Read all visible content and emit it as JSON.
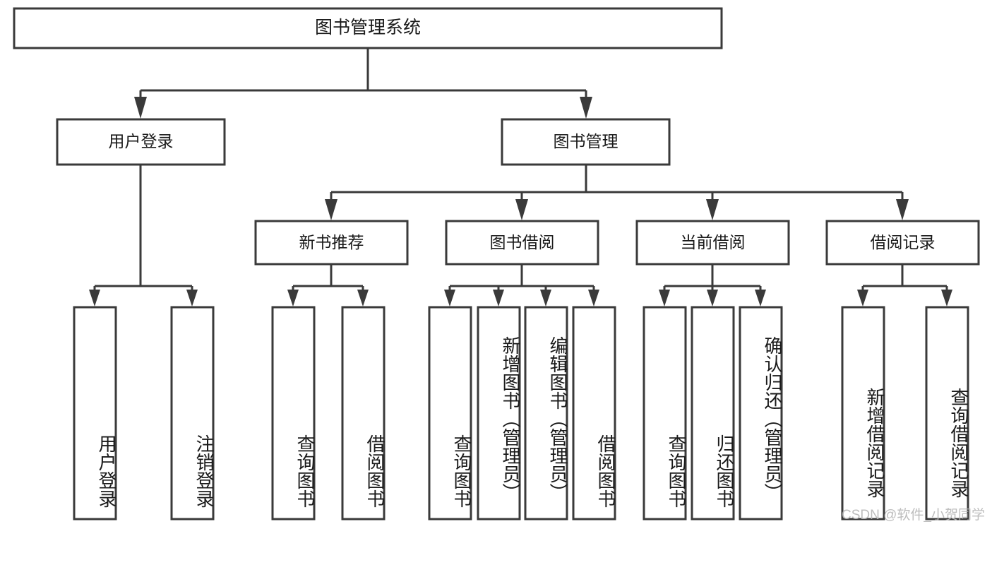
{
  "diagram": {
    "type": "tree-hierarchy",
    "title": "图书管理系统",
    "orientation": "top-down",
    "root": {
      "id": "root",
      "label": "图书管理系统",
      "text_orientation": "horizontal"
    },
    "level2": [
      {
        "id": "user-login",
        "label": "用户登录",
        "text_orientation": "horizontal"
      },
      {
        "id": "book-management",
        "label": "图书管理",
        "text_orientation": "horizontal"
      }
    ],
    "level3": [
      {
        "id": "new-book-recommend",
        "label": "新书推荐",
        "parent": "book-management",
        "text_orientation": "horizontal"
      },
      {
        "id": "book-borrow",
        "label": "图书借阅",
        "parent": "book-management",
        "text_orientation": "horizontal"
      },
      {
        "id": "current-borrow",
        "label": "当前借阅",
        "parent": "book-management",
        "text_orientation": "horizontal"
      },
      {
        "id": "borrow-record",
        "label": "借阅记录",
        "parent": "book-management",
        "text_orientation": "horizontal"
      }
    ],
    "leaves": [
      {
        "id": "leaf-user-login",
        "label": "用户登录",
        "parent": "user-login",
        "text_orientation": "vertical"
      },
      {
        "id": "leaf-user-logout",
        "label": "注销登录",
        "parent": "user-login",
        "text_orientation": "vertical"
      },
      {
        "id": "leaf-query-book-1",
        "label": "查询图书",
        "parent": "new-book-recommend",
        "text_orientation": "vertical"
      },
      {
        "id": "leaf-borrow-book-1",
        "label": "借阅图书",
        "parent": "new-book-recommend",
        "text_orientation": "vertical"
      },
      {
        "id": "leaf-query-book-2",
        "label": "查询图书",
        "parent": "book-borrow",
        "text_orientation": "vertical"
      },
      {
        "id": "leaf-add-book",
        "label": "新增图书（管理员）",
        "parent": "book-borrow",
        "text_orientation": "vertical"
      },
      {
        "id": "leaf-edit-book",
        "label": "编辑图书（管理员）",
        "parent": "book-borrow",
        "text_orientation": "vertical"
      },
      {
        "id": "leaf-borrow-book-2",
        "label": "借阅图书",
        "parent": "book-borrow",
        "text_orientation": "vertical"
      },
      {
        "id": "leaf-query-book-3",
        "label": "查询图书",
        "parent": "current-borrow",
        "text_orientation": "vertical"
      },
      {
        "id": "leaf-return-book",
        "label": "归还图书",
        "parent": "current-borrow",
        "text_orientation": "vertical"
      },
      {
        "id": "leaf-confirm-return",
        "label": "确认归还（管理员）",
        "parent": "current-borrow",
        "text_orientation": "vertical"
      },
      {
        "id": "leaf-add-record",
        "label": "新增借阅记录",
        "parent": "borrow-record",
        "text_orientation": "vertical"
      },
      {
        "id": "leaf-query-record",
        "label": "查询借阅记录",
        "parent": "borrow-record",
        "text_orientation": "vertical"
      }
    ]
  },
  "watermark": {
    "text": "CSDN @软件_小贺同学"
  },
  "colors": {
    "stroke": "#3a3a3a",
    "fill": "#ffffff",
    "text": "#1a1a1a",
    "watermark": "#b8b8b8",
    "background": "#ffffff"
  }
}
